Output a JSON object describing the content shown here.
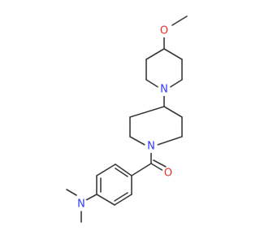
{
  "molecule": {
    "atoms": {
      "methoxy_oxygen": {
        "label": "O",
        "color": "#e8322b"
      },
      "upper_piperidine_nitrogen": {
        "label": "N",
        "color": "#2e3cf0"
      },
      "lower_piperidine_nitrogen": {
        "label": "N",
        "color": "#2e3cf0"
      },
      "carbonyl_oxygen": {
        "label": "O",
        "color": "#e8322b"
      },
      "dimethylamino_nitrogen": {
        "label": "N",
        "color": "#2e3cf0"
      }
    },
    "bond_color": "#3a3a3a"
  }
}
